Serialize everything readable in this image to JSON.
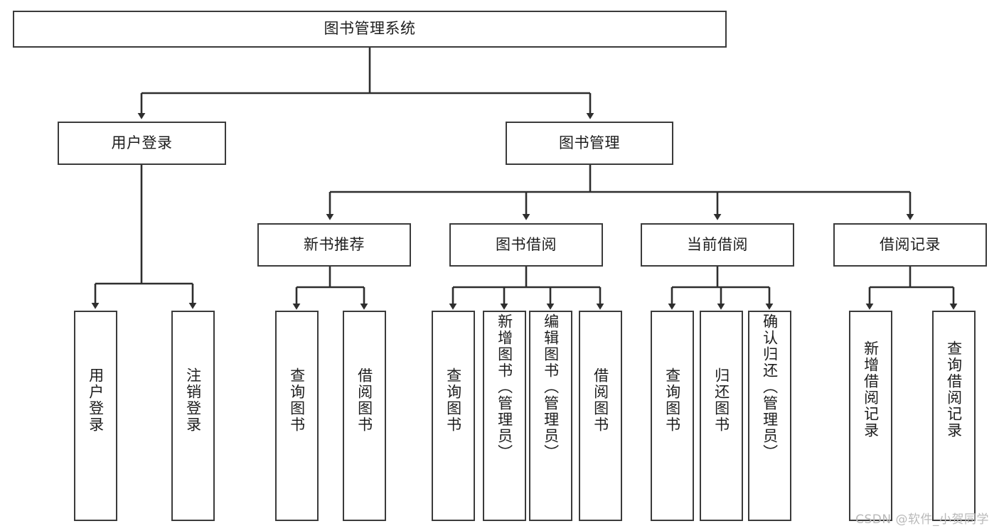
{
  "diagram": {
    "title": "图书管理系统",
    "type": "tree-hierarchy-chart",
    "root": {
      "label": "图书管理系统"
    },
    "level2": [
      {
        "label": "用户登录"
      },
      {
        "label": "图书管理"
      }
    ],
    "level3": [
      {
        "label": "新书推荐"
      },
      {
        "label": "图书借阅"
      },
      {
        "label": "当前借阅"
      },
      {
        "label": "借阅记录"
      }
    ],
    "leaves": [
      {
        "label": "用户登录"
      },
      {
        "label": "注销登录"
      },
      {
        "label": "查询图书"
      },
      {
        "label": "借阅图书"
      },
      {
        "label": "查询图书"
      },
      {
        "label": "新增图书（管理员）"
      },
      {
        "label": "编辑图书（管理员）"
      },
      {
        "label": "借阅图书"
      },
      {
        "label": "查询图书"
      },
      {
        "label": "归还图书"
      },
      {
        "label": "确认归还（管理员）"
      },
      {
        "label": "新增借阅记录"
      },
      {
        "label": "查询借阅记录"
      }
    ]
  },
  "watermark": {
    "text": "CSDN @软件_小贺同学"
  },
  "colors": {
    "stroke": "#3b3b3b",
    "fill": "#ffffff",
    "text": "#1d1d1d",
    "watermark": "#b9b9b9"
  }
}
